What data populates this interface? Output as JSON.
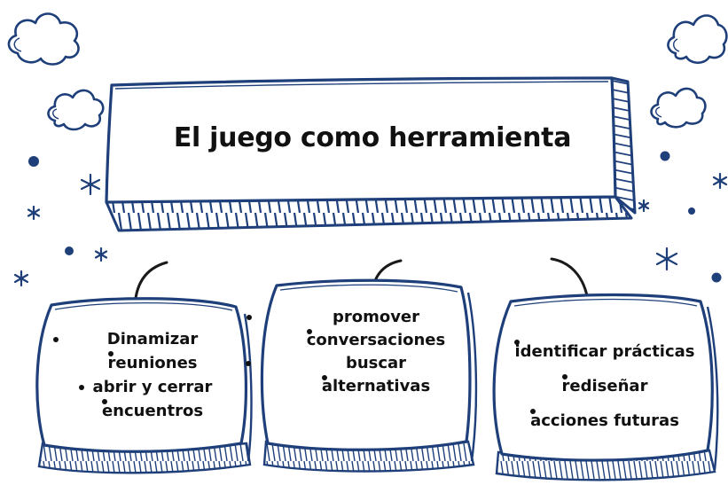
{
  "title": "El juego como herramienta",
  "boxes": [
    {
      "lines": [
        "Dinamizar",
        "reuniones",
        "abrir y cerrar",
        "encuentros"
      ]
    },
    {
      "lines": [
        "promover",
        "conversaciones",
        "buscar",
        "alternativas"
      ]
    },
    {
      "lines": [
        "identificar prácticas",
        "rediseñar",
        "acciones futuras"
      ]
    }
  ],
  "colors": {
    "ink": "#1e3f7a",
    "text": "#111111",
    "arrow": "#1a1a1a",
    "background": "#ffffff"
  },
  "icons": [
    "cloud-icon",
    "star-icon",
    "dot-icon",
    "arrow-icon"
  ]
}
